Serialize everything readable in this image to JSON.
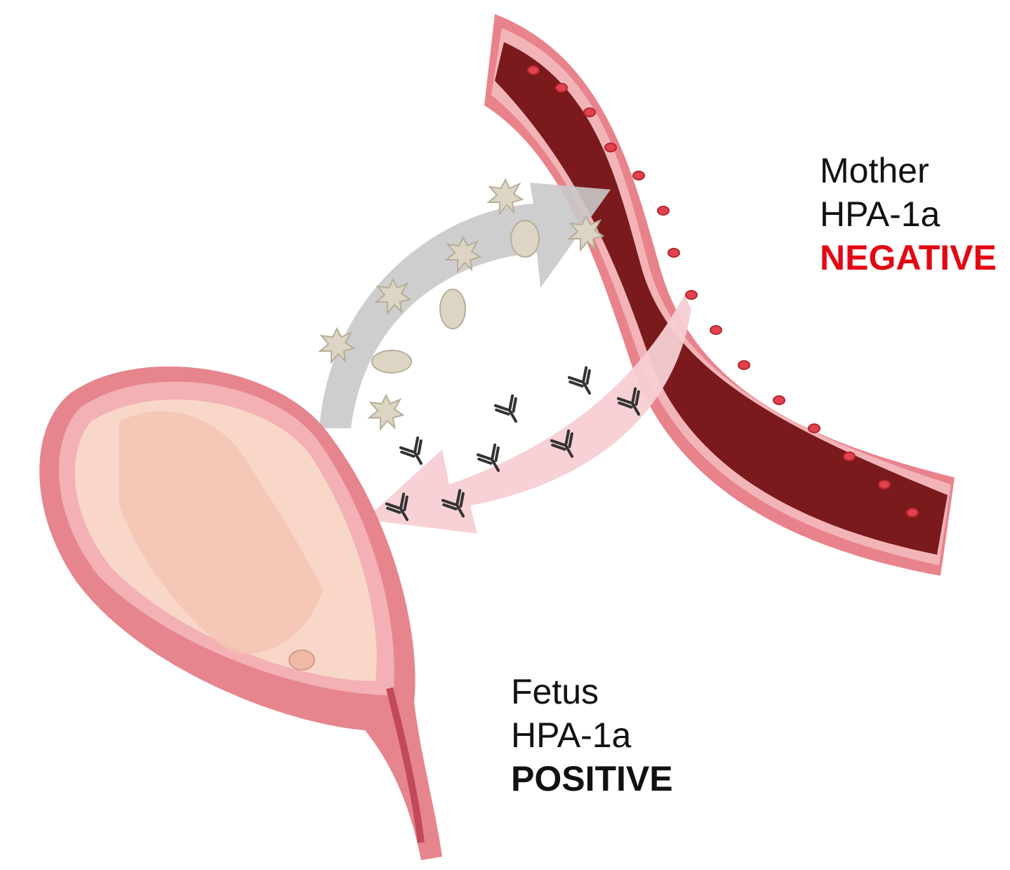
{
  "mother": {
    "line1": "Mother",
    "line2": "HPA-1a",
    "status": "NEGATIVE",
    "status_color": "#e30613"
  },
  "fetus": {
    "line1": "Fetus",
    "line2": "HPA-1a",
    "status": "POSITIVE",
    "status_color": "#111111"
  },
  "colors": {
    "vessel_wall": "#e8838c",
    "vessel_blood": "#7a1a1c",
    "red_cell": "#e2424d",
    "platelet": "#ddd5c4",
    "gray_arrow": "#c9c9c9",
    "pink_arrow": "#f7cfd3",
    "uterus": "#e6858d",
    "fetus_skin": "#f8d6c8",
    "antibody": "#333333"
  }
}
